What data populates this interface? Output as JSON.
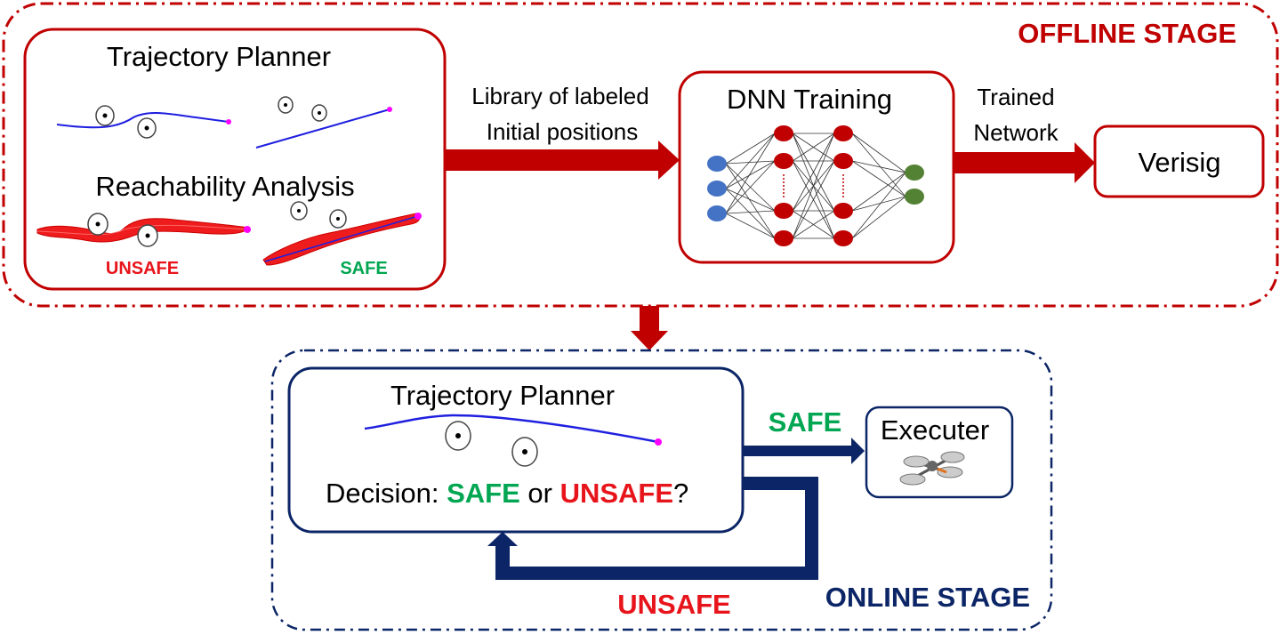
{
  "colors": {
    "offline_red": "#c00000",
    "arrow_red": "#c00000",
    "online_navy": "#0b2566",
    "safe_green": "#00a651",
    "unsafe_red": "#e8141b",
    "traj_blue": "#1f1fe0",
    "goal_magenta": "#ff00ff",
    "node_blue": "#4472c4",
    "node_red": "#c00000",
    "node_green": "#548235"
  },
  "offline": {
    "stage_label": "OFFLINE STAGE",
    "planner_title": "Trajectory Planner",
    "reach_title": "Reachability Analysis",
    "unsafe_label": "UNSAFE",
    "safe_label": "SAFE",
    "arrow1_line1": "Library of labeled",
    "arrow1_line2": "Initial positions",
    "dnn_title": "DNN Training",
    "arrow2_line1": "Trained",
    "arrow2_line2": "Network",
    "verisig_label": "Verisig"
  },
  "online": {
    "stage_label": "ONLINE STAGE",
    "planner_title": "Trajectory Planner",
    "decision_prefix": "Decision: ",
    "decision_safe": "SAFE",
    "decision_or": " or ",
    "decision_unsafe": "UNSAFE",
    "decision_suffix": "?",
    "safe_arrow_label": "SAFE",
    "executer_label": "Executer",
    "unsafe_arrow_label": "UNSAFE",
    "drone_icon": "quadcopter-icon"
  },
  "network": {
    "layer_sizes": [
      3,
      5,
      5,
      2
    ]
  }
}
